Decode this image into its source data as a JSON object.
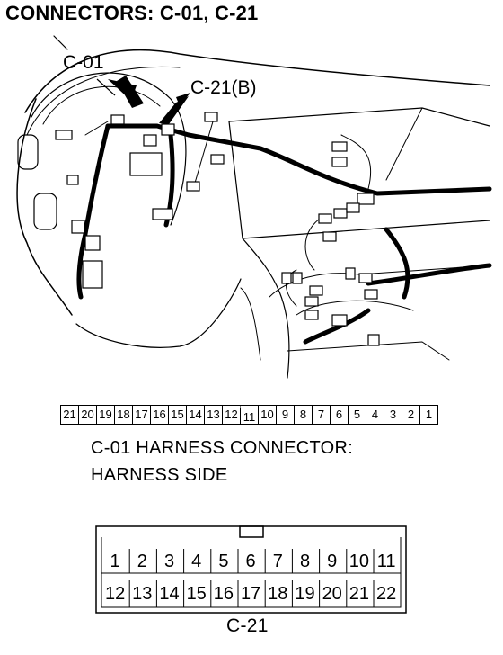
{
  "header": {
    "title": "CONNECTORS: C-01, C-21"
  },
  "illustration": {
    "labels": {
      "c01": "C-01",
      "c21b": "C-21(B)"
    },
    "icons": [
      "pointer-arrow-icon",
      "connector-icon"
    ]
  },
  "c01": {
    "pins": [
      "21",
      "20",
      "19",
      "18",
      "17",
      "16",
      "15",
      "14",
      "13",
      "12",
      "11",
      "10",
      "9",
      "8",
      "7",
      "6",
      "5",
      "4",
      "3",
      "2",
      "1"
    ],
    "caption_line1": "C-01 HARNESS CONNECTOR:",
    "caption_line2": "HARNESS SIDE"
  },
  "c21": {
    "top_row": [
      "1",
      "2",
      "3",
      "4",
      "5",
      "6",
      "7",
      "8",
      "9",
      "10",
      "11"
    ],
    "bottom_row": [
      "12",
      "13",
      "14",
      "15",
      "16",
      "17",
      "18",
      "19",
      "20",
      "21",
      "22"
    ],
    "caption": "C-21"
  }
}
